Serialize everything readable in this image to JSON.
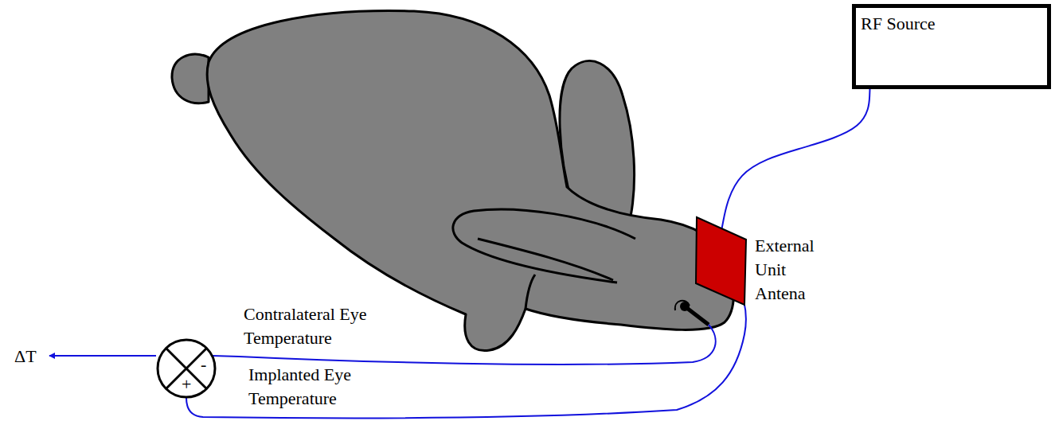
{
  "diagram": {
    "nodes": [
      {
        "text": [
          "RF Source"
        ]
      },
      {
        "text": [
          "External Unit Antena"
        ]
      },
      {
        "text": [
          "-",
          "+"
        ]
      }
    ],
    "edges": [
      {
        "from": 0,
        "to": 1,
        "arrow": "none"
      }
    ],
    "labels": [
      "ΔT",
      "Contralateral Eye Temperature",
      "Implanted Eye Temperature"
    ]
  }
}
